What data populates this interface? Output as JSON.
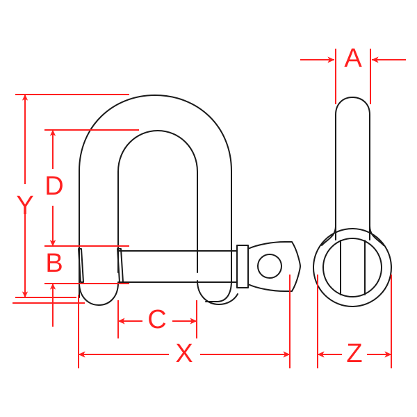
{
  "drawing": {
    "title": "Dee Shackle Dimension Diagram",
    "background_color": "#ffffff",
    "outline_color": "#1a1a1a",
    "dimension_color": "#ff2020",
    "views": [
      {
        "name": "side-elevation-view",
        "description": "Dee shackle side elevation with screw pin"
      },
      {
        "name": "end-view",
        "description": "Shackle end view showing pin head circle"
      }
    ]
  },
  "dimensions": {
    "A": {
      "label": "A",
      "name": "dimension-a",
      "orientation": "horizontal",
      "view": "end-view",
      "description": "Bow thickness / width at top of end view"
    },
    "B": {
      "label": "B",
      "name": "dimension-b",
      "orientation": "vertical",
      "view": "side-elevation-view",
      "description": "Pin diameter height"
    },
    "C": {
      "label": "C",
      "name": "dimension-c",
      "orientation": "horizontal",
      "view": "side-elevation-view",
      "description": "Inside width between legs"
    },
    "D": {
      "label": "D",
      "name": "dimension-d",
      "orientation": "vertical",
      "view": "side-elevation-view",
      "description": "Inside bow height"
    },
    "X": {
      "label": "X",
      "name": "dimension-x",
      "orientation": "horizontal",
      "view": "side-elevation-view",
      "description": "Overall length including pin head"
    },
    "Y": {
      "label": "Y",
      "name": "dimension-y",
      "orientation": "vertical",
      "view": "side-elevation-view",
      "description": "Overall height"
    },
    "Z": {
      "label": "Z",
      "name": "dimension-z",
      "orientation": "horizontal",
      "view": "end-view",
      "description": "Overall width of pin head"
    }
  }
}
